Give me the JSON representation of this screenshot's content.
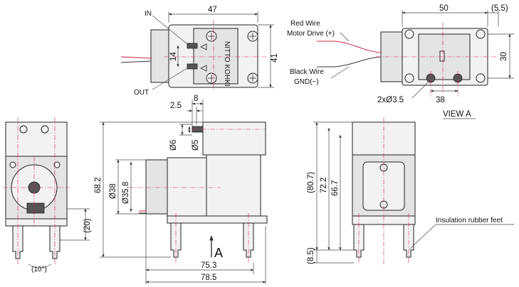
{
  "labels": {
    "in": "IN",
    "out": "OUT",
    "red_wire": "Red Wire",
    "motor_drive": "Motor Drive (+)",
    "black_wire": "Black Wire",
    "gnd": "GND(−)",
    "view_a": "VIEW A",
    "insulation": "Insulation rubber feet",
    "arrow_a": "A",
    "brand_text": "NITTO KOHKI"
  },
  "dimensions": {
    "top_width": "47",
    "top_height": "41",
    "top_port_spacing": "14",
    "view_a_width": "50",
    "view_a_offset": "(5.5)",
    "view_a_height": "30",
    "view_a_hole_spacing": "38",
    "view_a_holes": "2xØ3.5",
    "side_port_len": "8",
    "side_port_step": "2.5",
    "port_dia_6": "Ø6",
    "port_dia_5": "Ø5",
    "overall_height": "68.2",
    "motor_dia_38": "Ø38",
    "motor_dia_358": "Ø35.8",
    "length_753": "75.3",
    "length_785": "78.5",
    "left_port_len": "(20)",
    "left_angle": "(10°)",
    "right_807": "(80.7)",
    "right_722": "72.2",
    "right_667": "66.7",
    "right_85": "(8.5)"
  },
  "colors": {
    "centerline": "#d0206a",
    "wire_red": "#c8283c",
    "wire_black": "#333333"
  }
}
